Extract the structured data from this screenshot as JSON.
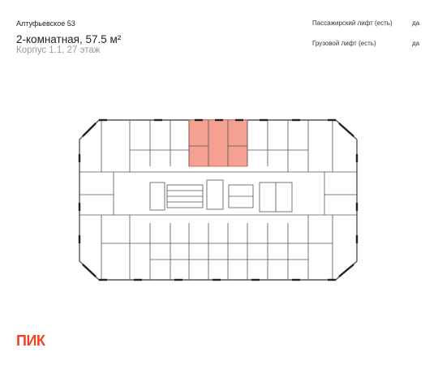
{
  "header": {
    "project": "Алтуфьевское 53",
    "unit_title": "2-комнатная, 57.5 м²",
    "unit_subtitle": "Корпус 1.1, 27 этаж"
  },
  "features": [
    {
      "label": "Пассажирский лифт (есть)",
      "value": "да"
    },
    {
      "label": "Грузовой лифт (есть)",
      "value": "да"
    }
  ],
  "plan": {
    "highlight_color": "#f5a192",
    "highlight_stroke": "#e26a55",
    "wall_color": "#444444"
  },
  "logo": {
    "text": "ПИК",
    "color": "#ef4323"
  }
}
